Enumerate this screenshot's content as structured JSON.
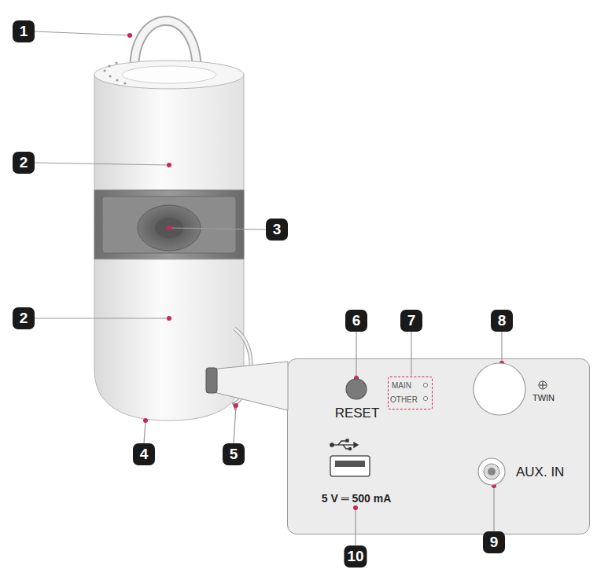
{
  "diagram": {
    "nodes": [
      {
        "text": [
          "RESET",
          "TWIN",
          "AUX. IN",
          "5 V ═ 500 mA"
        ]
      },
      {
        "text": [
          "MAIN",
          "OTHER"
        ],
        "in": 0
      }
    ],
    "labels": [
      "1",
      "2",
      "3",
      "2",
      "4",
      "5",
      "6",
      "7",
      "8",
      "9",
      "10"
    ]
  }
}
